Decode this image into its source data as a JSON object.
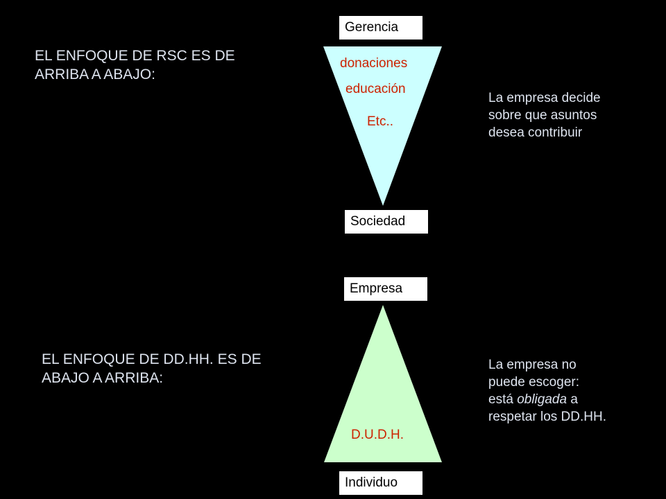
{
  "colors": {
    "background": "#000000",
    "text": "#dde3ee",
    "top_triangle_fill": "#ccffff",
    "bottom_triangle_fill": "#ccffcc",
    "item_text": "#cc2200",
    "box_fill": "#ffffff"
  },
  "top": {
    "heading_line1": "EL ENFOQUE DE RSC ES DE",
    "heading_line2": "ARRIBA A ABAJO:",
    "box_top": "Gerencia",
    "box_bottom": "Sociedad",
    "items": [
      "donaciones",
      "educación",
      "Etc.."
    ],
    "note_lines": [
      "La empresa decide",
      "sobre que asuntos",
      "desea contribuir"
    ]
  },
  "bottom": {
    "heading_line1": "EL ENFOQUE DE DD.HH. ES DE",
    "heading_line2": "ABAJO A ARRIBA:",
    "box_top": "Empresa",
    "box_bottom": "Individuo",
    "item": "D.U.D.H.",
    "note_line1": "La empresa no",
    "note_line2": "puede escoger:",
    "note_line3_pre": "está ",
    "note_line3_em": "obligada",
    "note_line3_post": " a",
    "note_line4": "respetar los DD.HH."
  }
}
